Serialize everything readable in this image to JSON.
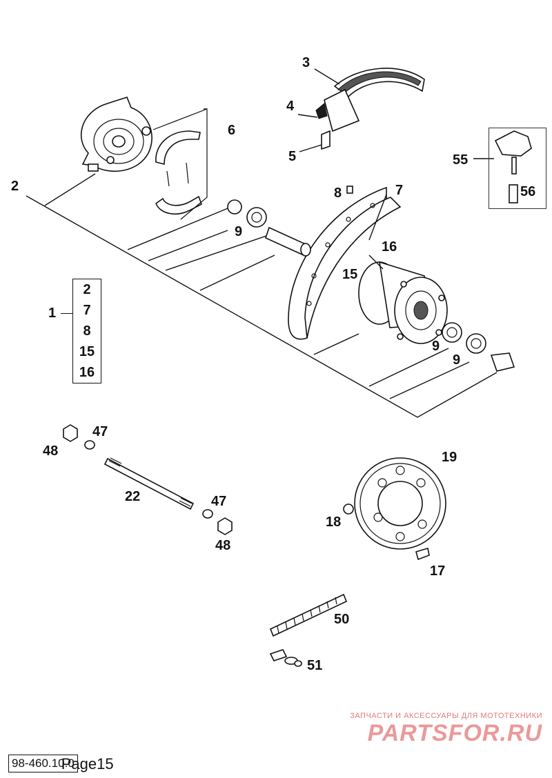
{
  "callouts": {
    "c1": "1",
    "c2": "2",
    "c3": "3",
    "c4": "4",
    "c5": "5",
    "c6": "6",
    "c7": "7",
    "c8": "8",
    "c9a": "9",
    "c9b": "9",
    "c9c": "9",
    "c15": "15",
    "c16": "16",
    "c17": "17",
    "c18": "18",
    "c19": "19",
    "c22": "22",
    "c47a": "47",
    "c47b": "47",
    "c48a": "48",
    "c48b": "48",
    "c50": "50",
    "c51": "51",
    "c55": "55",
    "c56": "56"
  },
  "kit_items": [
    "2",
    "7",
    "8",
    "15",
    "16"
  ],
  "watermark": {
    "tagline": "ЗАПЧАСТИ И АКСЕССУАРЫ ДЛЯ МОТОТЕХНИКИ",
    "logo": "PARTSFOR.RU"
  },
  "footer": {
    "code": "98-460.10.0",
    "page": "Page15"
  }
}
